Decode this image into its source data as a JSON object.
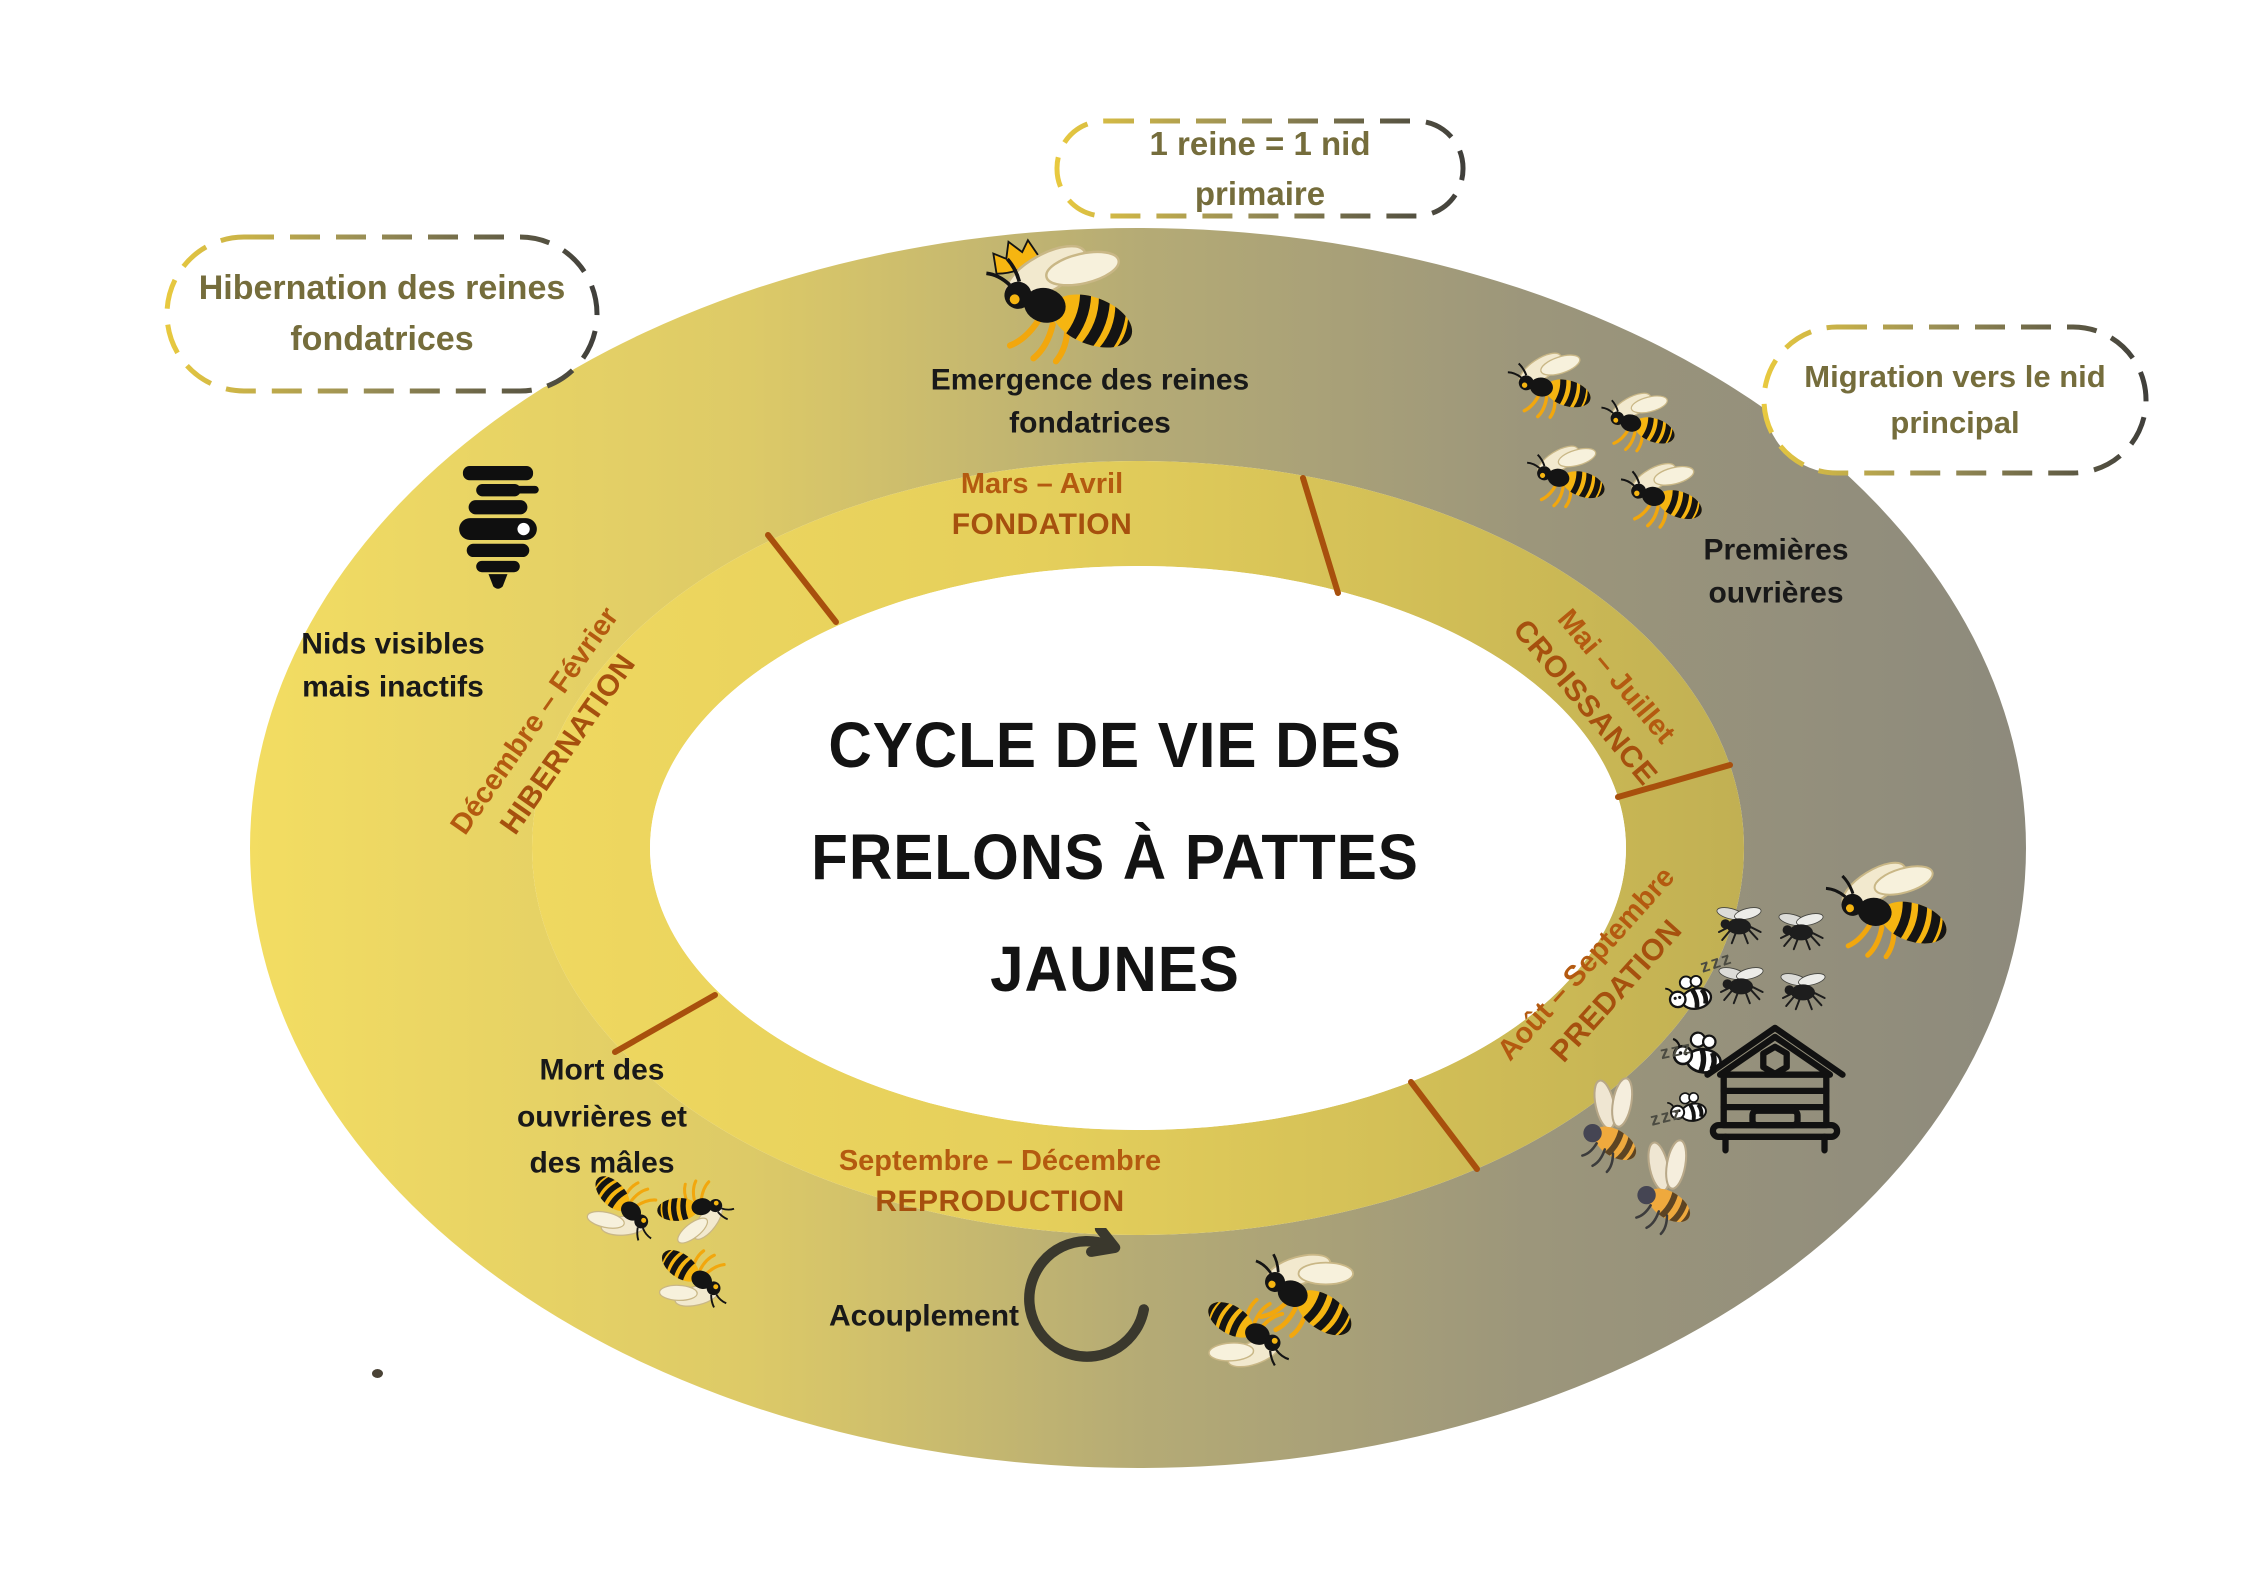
{
  "title": {
    "lines": [
      "CYCLE DE VIE DES",
      "FRELONS À PATTES",
      "JAUNES"
    ]
  },
  "callouts": {
    "queen_nest": "1 reine = 1 nid primaire",
    "hibernation": "Hibernation des reines fondatrices",
    "migration": "Migration vers le nid principal"
  },
  "phases": [
    {
      "months": "Mars – Avril",
      "name": "FONDATION"
    },
    {
      "months": "Mai – Juillet",
      "name": "CROISSANCE"
    },
    {
      "months": "Août – Septembre",
      "name": "PREDATION"
    },
    {
      "months": "Septembre – Décembre",
      "name": "REPRODUCTION"
    },
    {
      "months": "Décembre – Février",
      "name": "HIBERNATION"
    }
  ],
  "annotations": {
    "emergence": [
      "Emergence des reines",
      "fondatrices"
    ],
    "premieres_ouvrieres": [
      "Premières",
      "ouvrières"
    ],
    "nids_visibles": [
      "Nids visibles",
      "mais inactifs"
    ],
    "mort": [
      "Mort des",
      "ouvrières et",
      "des mâles"
    ],
    "acouplement": "Acouplement",
    "zzz": "zzz"
  },
  "icons": {
    "queen": "queen-hornet-icon",
    "worker": "worker-hornet-icon",
    "fly": "fly-icon",
    "sleeping_bee": "sleeping-bee-icon",
    "honeybee": "honeybee-icon",
    "skep": "skep-hive-icon",
    "beehive": "beehive-outline-icon",
    "cycle": "cycle-arrow-icon"
  },
  "colors": {
    "ring_yellow": "#f2dc62",
    "ring_khaki": "#b5ab75",
    "ring_gray": "#8d8a7c",
    "band_yellow": "#efd860",
    "band_olive": "#c1b053",
    "divider": "#a8500d",
    "month_text": "#b45a10",
    "phase_text": "#a6500e",
    "callout_text": "#756d3c",
    "callout_border_start": "#e8c93f",
    "callout_border_end": "#403f3b",
    "label_text": "#191919"
  }
}
